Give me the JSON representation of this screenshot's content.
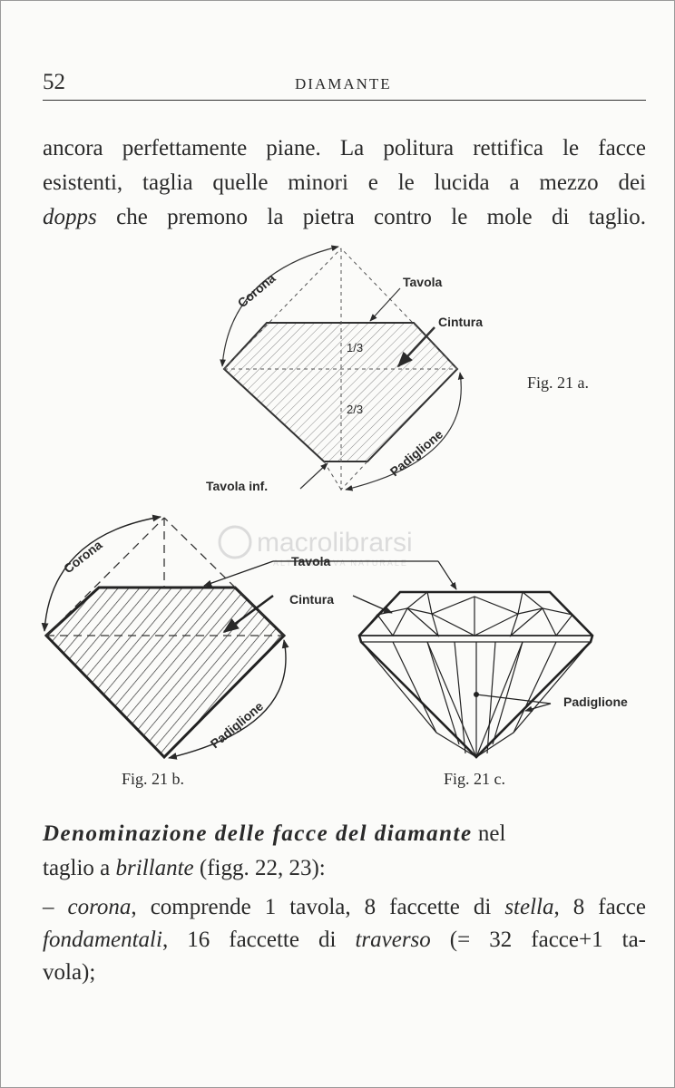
{
  "header": {
    "page_number": "52",
    "running_title": "DIAMANTE"
  },
  "paragraph": {
    "line1": "ancora perfettamente piane. La politura rettifica le facce",
    "line2": "esistenti, taglia quelle minori e le lucida a mezzo dei",
    "line3_italic": "dopps",
    "line3_rest": " che premono la pietra contro le mole di taglio."
  },
  "fig_a": {
    "label_corona": "Corona",
    "label_tavola": "Tavola",
    "label_cintura": "Cintura",
    "label_one_third": "1/3",
    "label_two_thirds": "2/3",
    "label_padiglione": "Padiglione",
    "label_tavola_inf": "Tavola inf.",
    "caption": "Fig. 21 a."
  },
  "fig_b": {
    "label_corona": "Corona",
    "label_padiglione": "Padiglione",
    "caption": "Fig. 21 b."
  },
  "fig_c": {
    "label_padiglione": "Padiglione",
    "caption": "Fig. 21 c."
  },
  "shared_labels": {
    "tavola": "Tavola",
    "cintura": "Cintura"
  },
  "watermark": {
    "brand": "macrolibrarsi",
    "tagline": "ALTERNATIVA NATURALE"
  },
  "section": {
    "heading_bold": "Denominazione delle facce del diamante",
    "heading_rest1": " nel",
    "line2_a": "taglio a ",
    "line2_italic": "brillante",
    "line2_b": " (figg. 22, 23):"
  },
  "list_item": {
    "dash": "–",
    "w1_italic": "corona",
    "w1_rest": ", comprende 1 tavola, 8 faccette di ",
    "w2_italic": "stella",
    "w2_rest": ", 8 facce",
    "w3_italic": "fondamentali",
    "w3_rest": ", 16 faccette di ",
    "w4_italic": "traverso",
    "w4_rest": " (= 32 facce+1 ta-",
    "line3": "vola);"
  }
}
